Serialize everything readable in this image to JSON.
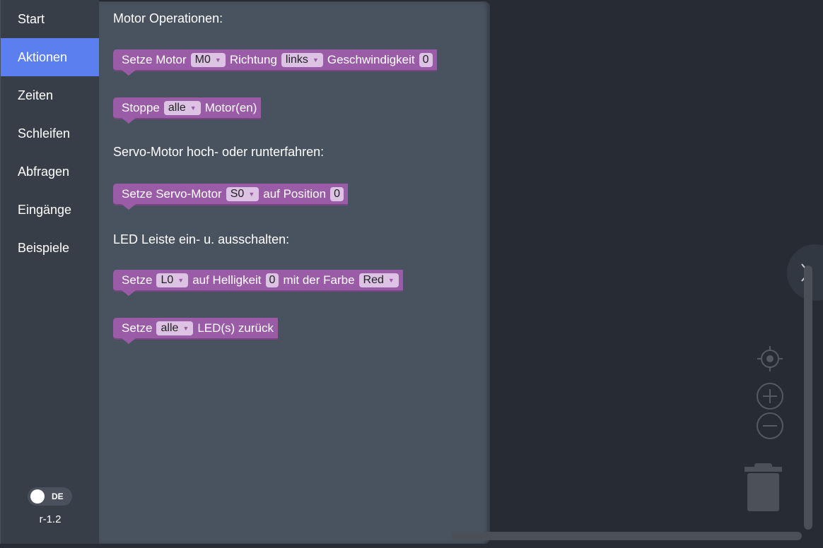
{
  "sidebar": {
    "items": [
      {
        "label": "Start"
      },
      {
        "label": "Aktionen"
      },
      {
        "label": "Zeiten"
      },
      {
        "label": "Schleifen"
      },
      {
        "label": "Abfragen"
      },
      {
        "label": "Eingänge"
      },
      {
        "label": "Beispiele"
      }
    ],
    "language": "DE",
    "version": "r-1.2"
  },
  "flyout": {
    "sections": [
      "Motor Operationen:",
      "Servo-Motor hoch- oder runterfahren:",
      "LED Leiste ein- u. ausschalten:"
    ],
    "b1": {
      "a": "Setze Motor",
      "f1": "M0",
      "b": "Richtung",
      "f2": "links",
      "c": "Geschwindigkeit",
      "n": "0"
    },
    "b2": {
      "a": "Stoppe",
      "f1": "alle",
      "b": "Motor(en)"
    },
    "b3": {
      "a": "Setze Servo-Motor",
      "f1": "S0",
      "b": "auf Position",
      "n": "0"
    },
    "b4": {
      "a": "Setze",
      "f1": "L0",
      "b": "auf Helligkeit",
      "n": "0",
      "c": "mit der Farbe",
      "f2": "Red"
    },
    "b5": {
      "a": "Setze",
      "f1": "alle",
      "b": "LED(s) zurück"
    }
  },
  "dropdown_arrow": "▼",
  "colors": {
    "block": "#9a5ca6",
    "selected": "#5b7fef"
  }
}
